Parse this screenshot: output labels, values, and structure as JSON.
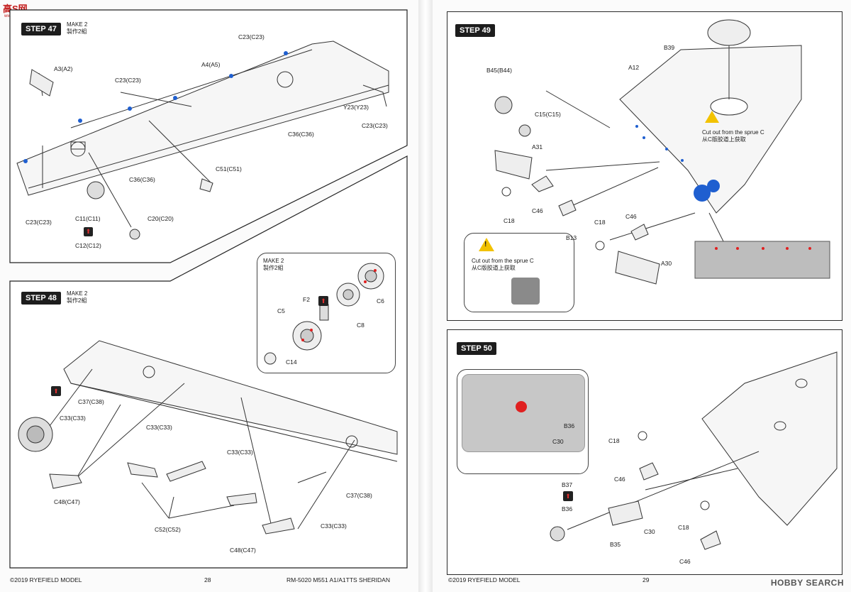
{
  "watermark": {
    "logo": "高S网",
    "url": "www.hrtqsw.net",
    "search": "HOBBY SEARCH"
  },
  "left_page": {
    "step47": {
      "badge": "STEP 47",
      "make": "MAKE 2",
      "make_cn": "製作2組",
      "labels": [
        "A3(A2)",
        "A4(A5)",
        "C23(C23)",
        "C23(C23)",
        "Y23(Y23)",
        "C23(C23)",
        "C36(C36)",
        "C36(C36)",
        "C51(C51)",
        "C23(C23)",
        "C11(C11)",
        "C20(C20)",
        "C12(C12)"
      ]
    },
    "step48": {
      "badge": "STEP 48",
      "make": "MAKE 2",
      "make_cn": "製作2組",
      "inset_make": "MAKE 2",
      "inset_make_cn": "製作2組",
      "inset_labels": [
        "F2",
        "C5",
        "C6",
        "C8",
        "C14"
      ],
      "labels": [
        "C37(C38)",
        "C33(C33)",
        "C33(C33)",
        "C33(C33)",
        "C48(C47)",
        "C52(C52)",
        "C37(C38)",
        "C33(C33)",
        "C48(C47)"
      ]
    },
    "footer": {
      "copyright": "©2019 RYEFIELD MODEL",
      "page": "28",
      "product": "RM-5020 M551 A1/A1TTS SHERIDAN"
    }
  },
  "right_page": {
    "step49": {
      "badge": "STEP 49",
      "labels": [
        "B39",
        "A12",
        "B45(B44)",
        "C15(C15)",
        "A31",
        "C18",
        "C46",
        "B13",
        "C18",
        "C46",
        "A30"
      ],
      "caution1": "Cut out from the sprue C",
      "caution1_cn": "从C版胶道上获取",
      "caution2": "Cut out from the sprue C",
      "caution2_cn": "从C版胶道上获取"
    },
    "step50": {
      "badge": "STEP 50",
      "labels": [
        "B36",
        "C30",
        "C18",
        "C46",
        "B37",
        "B36",
        "B35",
        "C30",
        "C18",
        "C46"
      ]
    },
    "footer": {
      "copyright": "©2019 RYEFIELD MODEL",
      "page": "29"
    }
  }
}
